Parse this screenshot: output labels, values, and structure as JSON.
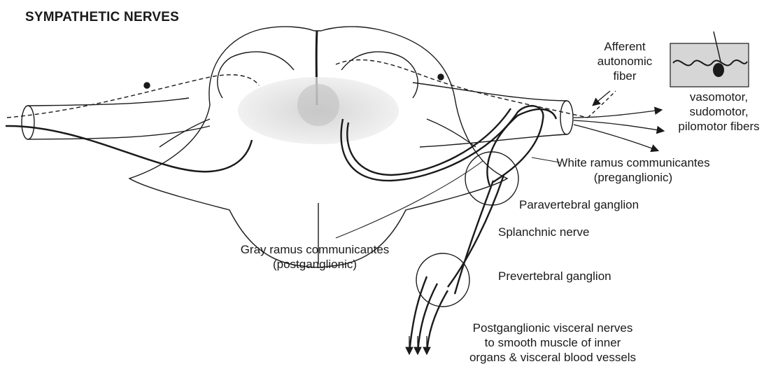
{
  "title": "SYMPATHETIC NERVES",
  "labels": {
    "afferent_line1": "Afferent",
    "afferent_line2": "autonomic",
    "afferent_line3": "fiber",
    "effector_line1": "vasomotor,",
    "effector_line2": "sudomotor,",
    "effector_line3": "pilomotor fibers",
    "white_ramus_line1": "White ramus communicantes",
    "white_ramus_line2": "(preganglionic)",
    "paravertebral": "Paravertebral ganglion",
    "splanchnic": "Splanchnic nerve",
    "gray_ramus_line1": "Gray ramus communicantes",
    "gray_ramus_line2": "(postganglionic)",
    "prevertebral": "Prevertebral ganglion",
    "postganglionic_line1": "Postganglionic visceral nerves",
    "postganglionic_line2": "to smooth muscle of inner",
    "postganglionic_line3": "organs & visceral blood vessels"
  },
  "colors": {
    "line": "#1a1a1a",
    "gray_matter": "#cfcfcf",
    "skin": "#d9d9d9"
  }
}
